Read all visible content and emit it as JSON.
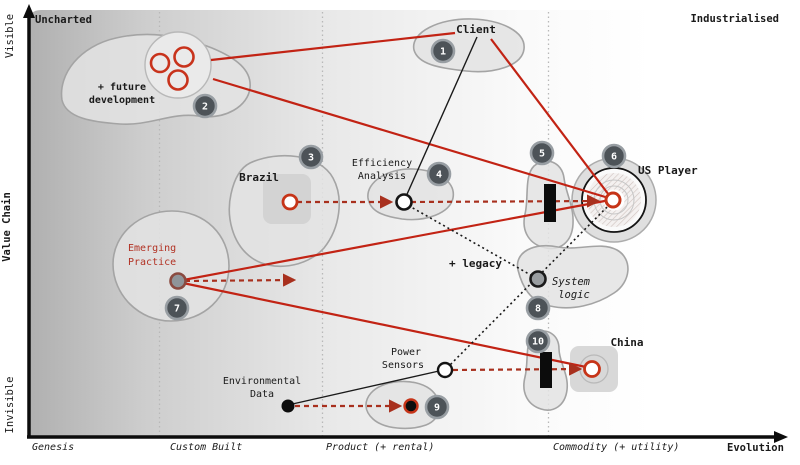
{
  "map": {
    "corner_top_left": "Uncharted",
    "corner_top_right": "Industrialised"
  },
  "axis": {
    "y_title": "Value Chain",
    "y_max": "Visible",
    "y_min": "Invisible",
    "x_title": "Evolution",
    "stage1": "Genesis",
    "stage2": "Custom Built",
    "stage3": "Product (+ rental)",
    "stage4": "Commodity (+ utility)"
  },
  "labels": {
    "client": "Client",
    "future_1": "+ future",
    "future_2": "development",
    "brazil": "Brazil",
    "efficiency_1": "Efficiency",
    "efficiency_2": "Analysis",
    "us_player": "US Player",
    "emerging_1": "Emerging",
    "emerging_2": "Practice",
    "legacy": "+ legacy",
    "system_1": "System",
    "system_2": "logic",
    "china": "China",
    "power_1": "Power",
    "power_2": "Sensors",
    "env_1": "Environmental",
    "env_2": "Data"
  },
  "badges": {
    "b1": "1",
    "b2": "2",
    "b3": "3",
    "b4": "4",
    "b5": "5",
    "b6": "6",
    "b7": "7",
    "b8": "8",
    "b9": "9",
    "b10": "10"
  },
  "colors": {
    "accent_red": "#c22314",
    "dashed_red": "#a8301e",
    "badge_fill": "#4d5358",
    "blob_fill": "#e3e3e3",
    "emerging_text": "#b23224"
  }
}
